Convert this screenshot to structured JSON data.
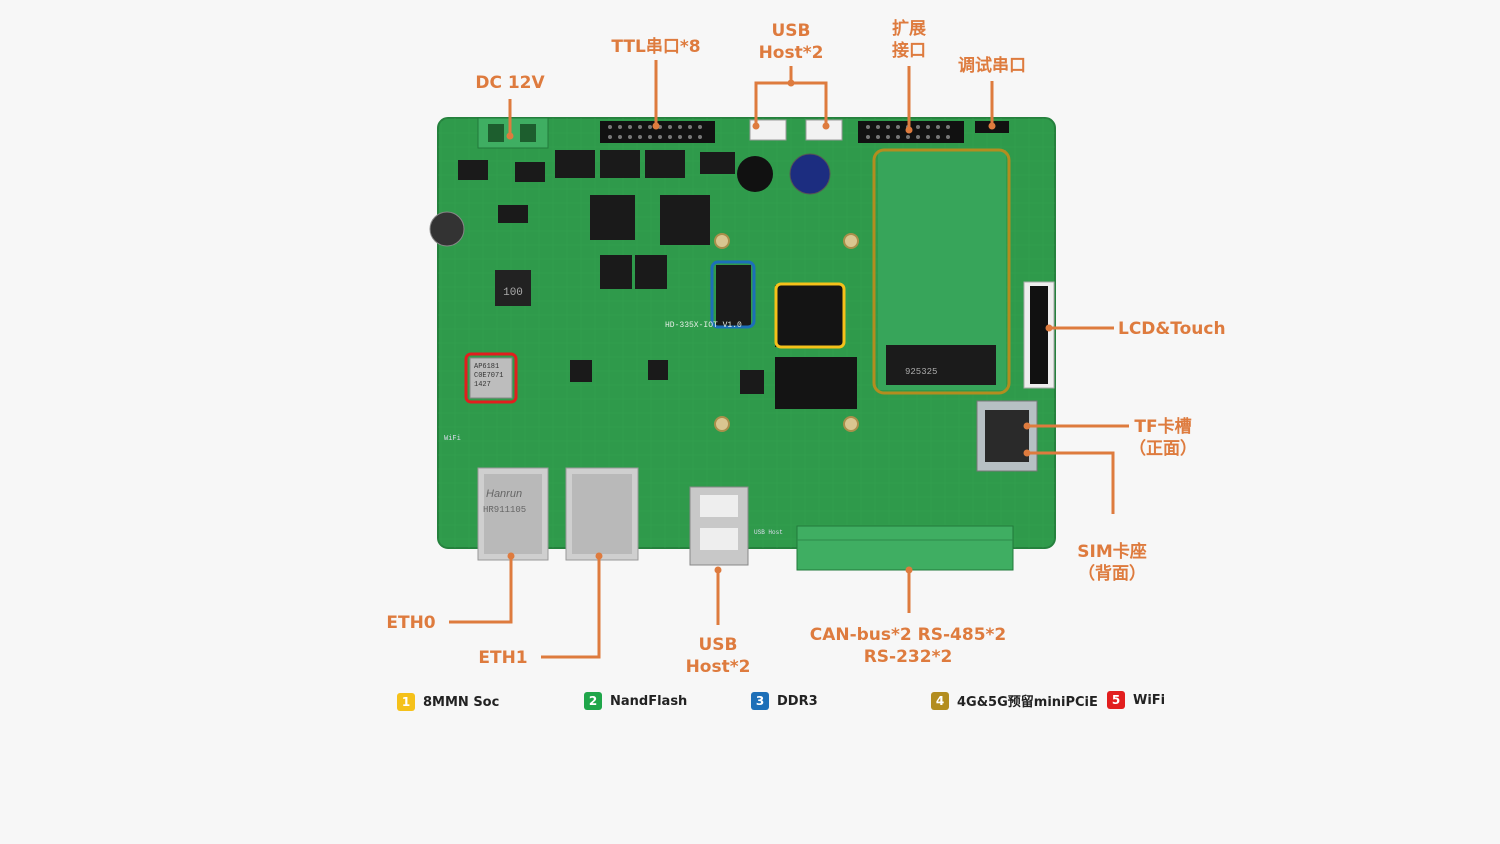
{
  "labels": {
    "dc12v": "DC 12V",
    "ttl": "TTL串口*8",
    "usb_top_1": "USB",
    "usb_top_2": "Host*2",
    "ext_1": "扩展",
    "ext_2": "接口",
    "debug": "调试串口",
    "lcd": "LCD&Touch",
    "tf_1": "TF卡槽",
    "tf_2": "（正面）",
    "sim_1": "SIM卡座",
    "sim_2": "（背面）",
    "eth0": "ETH0",
    "eth1": "ETH1",
    "usb_bot_1": "USB",
    "usb_bot_2": "Host*2",
    "can_1": "CAN-bus*2 RS-485*2",
    "can_2": "RS-232*2"
  },
  "legend": [
    {
      "num": "1",
      "text": "8MMN Soc",
      "color": "#f5c11a"
    },
    {
      "num": "2",
      "text": "NandFlash",
      "color": "#1fa64a"
    },
    {
      "num": "3",
      "text": "DDR3",
      "color": "#1d6fb8"
    },
    {
      "num": "4",
      "text": "4G&5G预留miniPCiE",
      "color": "#b38d1f"
    },
    {
      "num": "5",
      "text": "WiFi",
      "color": "#e21e1e"
    }
  ],
  "board": {
    "silk_name": "HD-335X-IOT V1.0",
    "wifi_chip_1": "AP6181",
    "wifi_chip_2": "C0E7071",
    "wifi_chip_3": "1427",
    "eth_brand": "Hanrun",
    "eth_part": "HR911105",
    "inductor": "100",
    "mpcie_text": "925325",
    "wifi_label": "WiFi",
    "usb_host_silk": "USB Host"
  },
  "colors": {
    "accent": "#de7b3e",
    "board": "#2f9a4b",
    "soc_box": "#f5c11a",
    "ddr_box": "#1d6fb8",
    "mpcie_box": "#b38d1f",
    "wifi_box": "#e21e1e"
  }
}
